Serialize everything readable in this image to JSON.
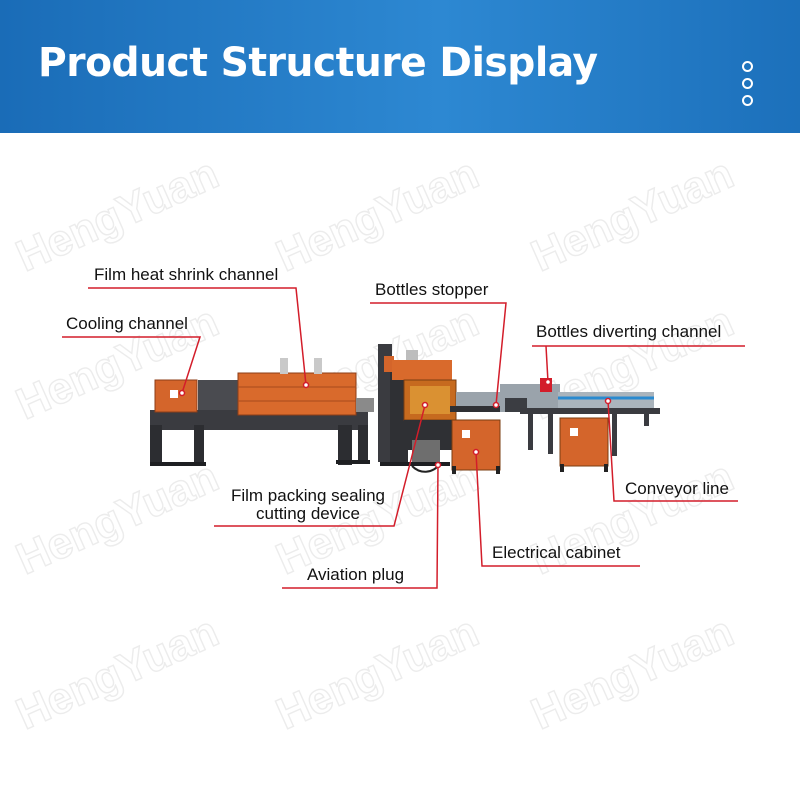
{
  "header": {
    "title": "Product Structure Display",
    "background": "#1f78c4",
    "menu_icon": "vertical-dots-icon"
  },
  "watermark": {
    "text": "HengYuan"
  },
  "labels": {
    "film_heat_shrink_channel": "Film heat shrink channel",
    "cooling_channel": "Cooling channel",
    "bottles_stopper": "Bottles stopper",
    "bottles_diverting_channel": "Bottles diverting channel",
    "film_packing_sealing_line1": "Film packing sealing",
    "film_packing_sealing_line2": "cutting device",
    "conveyor_line": "Conveyor line",
    "electrical_cabinet": "Electrical cabinet",
    "aviation_plug": "Aviation plug"
  },
  "colors": {
    "leader_line": "#d31d2a",
    "machine_orange": "#d4652b",
    "machine_dark": "#3a3b40"
  }
}
